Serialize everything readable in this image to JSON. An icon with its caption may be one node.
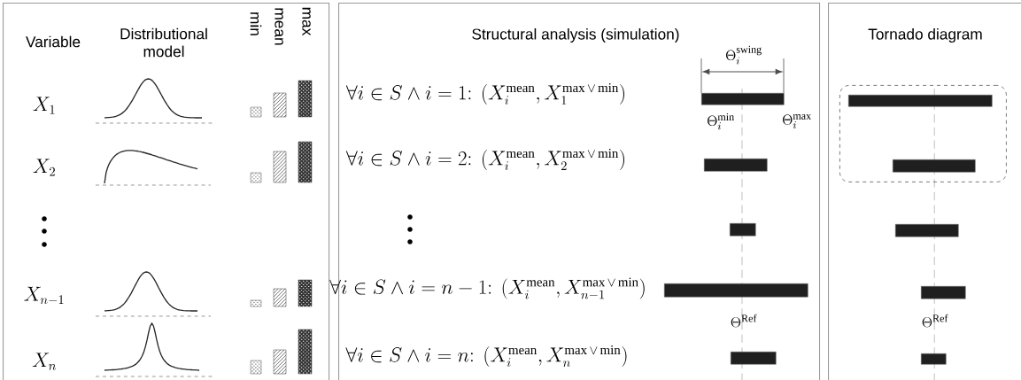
{
  "diagram": {
    "nodes": [
      {
        "text": [],
        "shape": "box"
      },
      {
        "text": [
          "Structural analysis (simulation)"
        ]
      },
      {
        "text": [
          "Tornado diagram"
        ]
      },
      {
        "text": [],
        "shape": "box",
        "in": 2
      },
      {
        "text": [],
        "shape": "bar",
        "in": 1
      },
      {
        "text": [],
        "shape": "bar",
        "in": 1
      },
      {
        "text": [],
        "shape": "bar",
        "in": 1
      },
      {
        "text": [],
        "shape": "bar",
        "in": 1
      },
      {
        "text": [],
        "shape": "bar",
        "in": 1
      },
      {
        "text": [],
        "shape": "bar",
        "in": 3
      },
      {
        "text": [],
        "shape": "bar",
        "in": 3
      },
      {
        "text": [],
        "shape": "bar",
        "in": 2
      },
      {
        "text": [],
        "shape": "bar",
        "in": 2
      },
      {
        "text": [],
        "shape": "bar",
        "in": 2
      }
    ],
    "labels": [
      "Variable",
      "Distributional model",
      "min",
      "mean",
      "max",
      "X_1",
      "X_2",
      "X_{n-1}",
      "X_n",
      "\\forall i \\in S \\wedge i = 1\\colon\\ \\left(X_i^{\\mathrm{mean}}, X_1^{\\mathrm{max}\\,\\vee\\,\\mathrm{min}}\\right)",
      "\\forall i \\in S \\wedge i = 2\\colon\\ \\left(X_i^{\\mathrm{mean}}, X_2^{\\mathrm{max}\\,\\vee\\,\\mathrm{min}}\\right)",
      "\\forall i \\in S \\wedge i = n-1\\colon\\ \\left(X_i^{\\mathrm{mean}}, X_{n-1}^{\\mathrm{max}\\,\\vee\\,\\mathrm{min}}\\right)",
      "\\forall i \\in S \\wedge i = n\\colon\\ \\left(X_i^{\\mathrm{mean}}, X_n^{\\mathrm{max}\\,\\vee\\,\\mathrm{min}}\\right)",
      "\\Theta_i^{\\mathrm{swing}}",
      "\\Theta_i^{\\mathrm{min}}",
      "\\Theta_i^{\\mathrm{max}}",
      "\\Theta^{\\mathrm{Ref}}",
      "\\Theta^{\\mathrm{Ref}}"
    ]
  }
}
